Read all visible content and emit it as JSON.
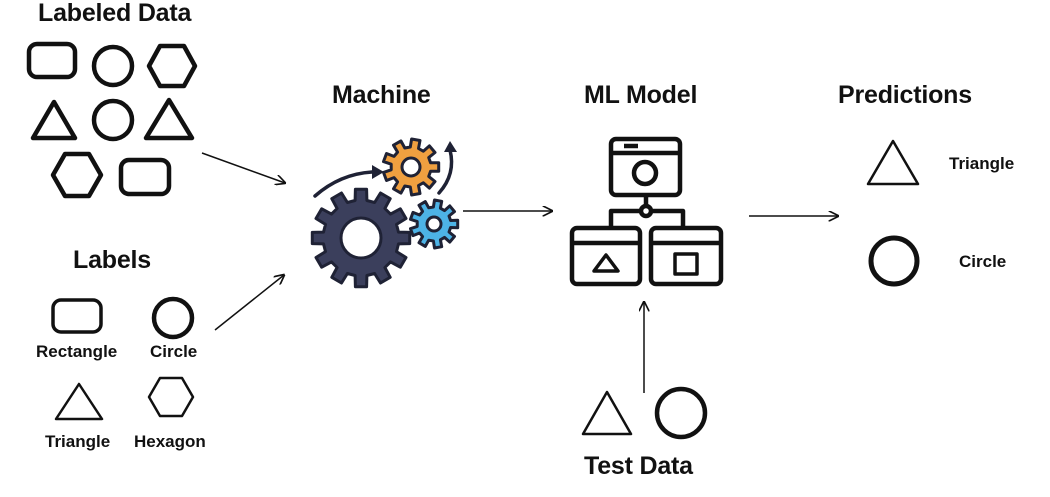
{
  "headings": {
    "labeled_data": "Labeled Data",
    "labels": "Labels",
    "machine": "Machine",
    "ml_model": "ML Model",
    "predictions": "Predictions",
    "test_data": "Test Data"
  },
  "label_items": {
    "rectangle": "Rectangle",
    "circle": "Circle",
    "triangle": "Triangle",
    "hexagon": "Hexagon"
  },
  "prediction_items": {
    "triangle": "Triangle",
    "circle": "Circle"
  },
  "icons": {
    "gear_dark": "large-gear-icon",
    "gear_orange": "orange-gear-icon",
    "gear_blue": "blue-gear-icon",
    "model": "model-hierarchy-icon"
  },
  "colors": {
    "stroke": "#111111",
    "gear_dark": "#3b3f5c",
    "gear_orange": "#f0a040",
    "gear_blue": "#4db3e6"
  }
}
